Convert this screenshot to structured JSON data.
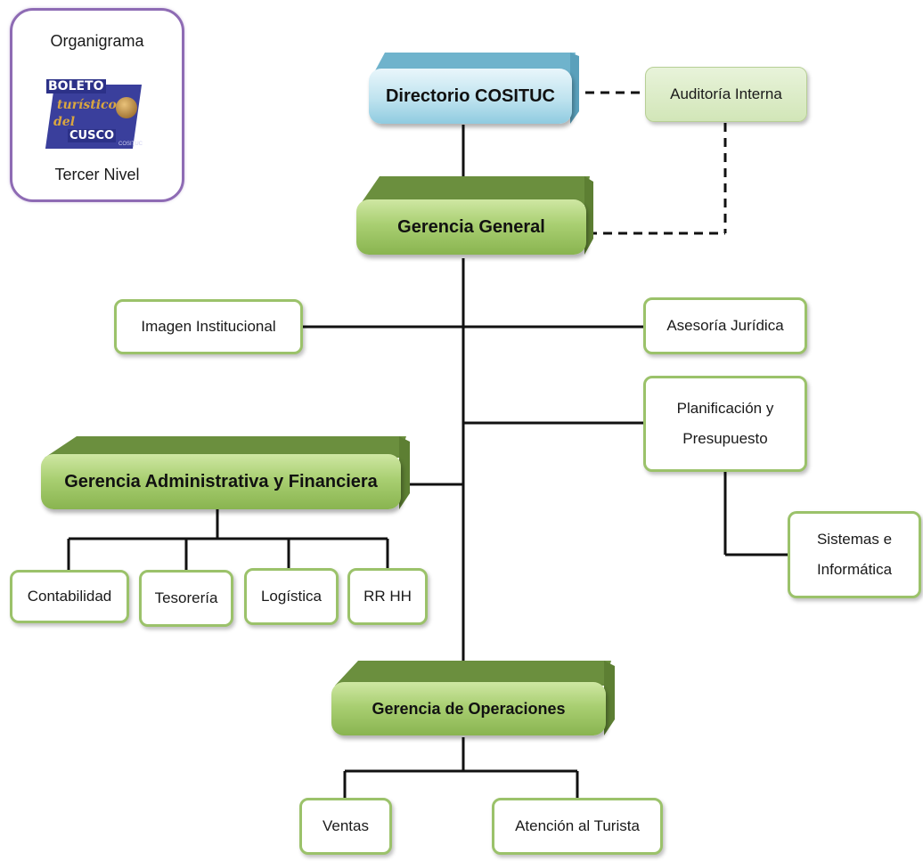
{
  "legend": {
    "title": "Organigrama",
    "subtitle": "Tercer Nivel",
    "logo": {
      "line1": "BOLETO",
      "line2": "turístico",
      "line3": "del",
      "line4": "CUSCO",
      "small": "COSITUC"
    }
  },
  "nodes": {
    "directorio": "Directorio COSITUC",
    "auditoria": "Auditoría Interna",
    "gerencia_general": "Gerencia General",
    "imagen": "Imagen Institucional",
    "asesoria": "Asesoría Jurídica",
    "planificacion_line1": "Planificación y",
    "planificacion_line2": "Presupuesto",
    "gerencia_admin": "Gerencia Administrativa y Financiera",
    "sistemas_line1": "Sistemas e",
    "sistemas_line2": "Informática",
    "contabilidad": "Contabilidad",
    "tesoreria": "Tesorería",
    "logistica": "Logística",
    "rrhh": "RR HH",
    "gerencia_operaciones": "Gerencia de Operaciones",
    "ventas": "Ventas",
    "atencion": "Atención al Turista"
  },
  "colors": {
    "green_border": "#9bc26a",
    "green_fill": "#a9cf72",
    "blue_fill": "#bfe3ef",
    "legend_border": "#8e6bb4",
    "lines": "#111111"
  }
}
